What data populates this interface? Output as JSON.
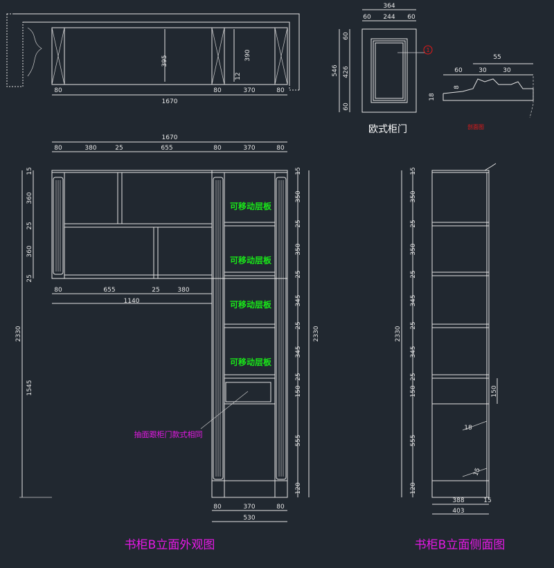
{
  "colors": {
    "background": "#212830",
    "line": "#e6e6e6",
    "green_note": "#19e619",
    "magenta": "#e619e6",
    "red": "#e61919"
  },
  "plan": {
    "heights": [
      "395",
      "390",
      "12"
    ],
    "widths": [
      "80",
      "80",
      "370",
      "80"
    ],
    "total": "1670"
  },
  "door": {
    "top_total": "364",
    "top_parts": [
      "60",
      "244",
      "60"
    ],
    "side_total": "546",
    "side_parts": [
      "60",
      "426",
      "60"
    ],
    "marker": "1",
    "title": "欧式柜门",
    "section_label": "剖面图"
  },
  "profile": {
    "dims": [
      "55",
      "60",
      "30",
      "30",
      "8",
      "18"
    ]
  },
  "front": {
    "total_width": "1670",
    "top_widths": [
      "80",
      "380",
      "25",
      "655",
      "80",
      "370",
      "80"
    ],
    "left_heights": [
      "15",
      "360",
      "25",
      "360",
      "25"
    ],
    "left_total": "2330",
    "left_lower": "1545",
    "mid_widths": [
      "80",
      "655",
      "25",
      "380"
    ],
    "mid_total": "1140",
    "right_heights": [
      "15",
      "350",
      "25",
      "350",
      "25",
      "345",
      "25",
      "345",
      "25",
      "150",
      "555",
      "120"
    ],
    "right_total": "2330",
    "bottom_widths": [
      "80",
      "370",
      "80"
    ],
    "bottom_total": "530",
    "shelf_note": "可移动层板",
    "drawer_note": "抽面跟柜门款式相同",
    "title": "书柜B立面外观图"
  },
  "side": {
    "heights": [
      "15",
      "350",
      "25",
      "350",
      "25",
      "345",
      "25",
      "345",
      "25",
      "150",
      "555",
      "120"
    ],
    "total": "2330",
    "drawer_height": "150",
    "thickness": "18",
    "kick": "15",
    "depth_parts": [
      "388",
      "15"
    ],
    "depth_total": "403",
    "title": "书柜B立面侧面图"
  }
}
